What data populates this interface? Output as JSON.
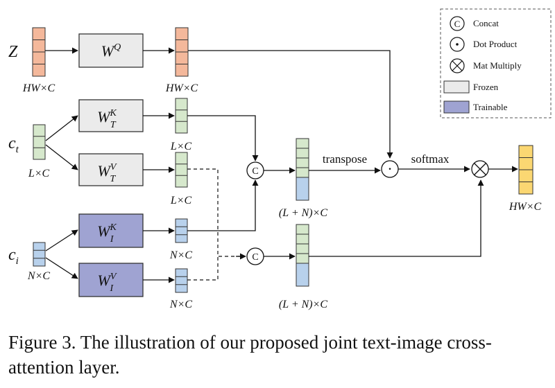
{
  "inputs": {
    "z": {
      "symbol": "Z",
      "dim": "HW×C"
    },
    "ct": {
      "symbol": "c",
      "sub": "t",
      "dim": "L×C"
    },
    "ci": {
      "symbol": "c",
      "sub": "i",
      "dim": "N×C"
    }
  },
  "weights": {
    "wq": {
      "base": "W",
      "sup": "Q"
    },
    "wtk": {
      "base": "W",
      "sub": "T",
      "sup": "K"
    },
    "wtv": {
      "base": "W",
      "sub": "T",
      "sup": "V"
    },
    "wik": {
      "base": "W",
      "sub": "I",
      "sup": "K"
    },
    "wiv": {
      "base": "W",
      "sub": "I",
      "sup": "V"
    }
  },
  "outputs": {
    "q_dim": "HW×C",
    "tk_dim": "L×C",
    "tv_dim": "L×C",
    "ik_dim": "N×C",
    "iv_dim": "N×C",
    "k_concat_dim": "(L + N)×C",
    "v_concat_dim": "(L + N)×C",
    "final_dim": "HW×C"
  },
  "operators": {
    "concat_symbol": "C",
    "dot_symbol": "·",
    "transpose_label": "transpose",
    "softmax_label": "softmax"
  },
  "legend": [
    {
      "symbol": "C",
      "label": "Concat"
    },
    {
      "symbol": "·",
      "label": "Dot Product"
    },
    {
      "symbol": "⊗",
      "label": "Mat Multiply"
    },
    {
      "swatch": "#ebebeb",
      "label": "Frozen"
    },
    {
      "swatch": "#9fa3d2",
      "label": "Trainable"
    }
  ],
  "colors": {
    "salmon": "#f4b89b",
    "green": "#d6e8cc",
    "blue": "#b8d1ec",
    "yellow": "#fbd772",
    "frozen": "#ebebeb",
    "trainable": "#9fa3d2"
  },
  "caption": {
    "line1": "Figure 3.  The illustration of our proposed joint text-image cross-",
    "line2": "attention layer."
  }
}
